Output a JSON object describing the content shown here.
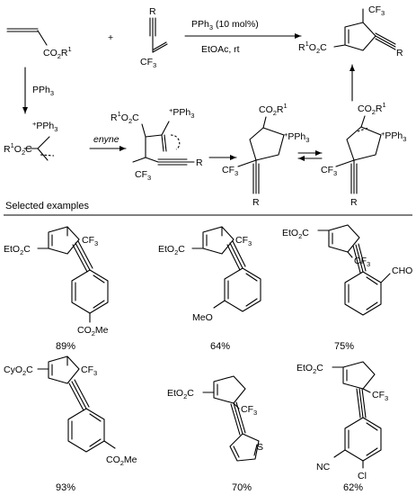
{
  "top": {
    "allenoate": {
      "ester": "CO",
      "ester_sub": "2",
      "ester_r": "R",
      "ester_r_sup": "1"
    },
    "plus": "+",
    "enyne": {
      "r": "R",
      "cf3": "CF",
      "cf3_sub": "3"
    },
    "conditions": {
      "catalyst": "PPh",
      "catalyst_sub": "3",
      "catalyst_loading": " (10 mol%)",
      "solvent": "EtOAc, rt"
    },
    "product": {
      "ester_r": "R",
      "ester_r_sup": "1",
      "ester": "O",
      "ester_c": "C",
      "cf3": "CF",
      "cf3_sub": "3",
      "r": "R"
    },
    "step1_reagent": "PPh",
    "step1_reagent_sub": "3"
  },
  "mechanism": {
    "zwitterion": {
      "phos_sup": "+",
      "phos": "PPh",
      "phos_sub": "3",
      "ester": "R",
      "ester_sup": "1",
      "ester_o": "O",
      "ester_c": "C"
    },
    "arrow_label": "enyne",
    "intermediate1": {
      "ester": "R",
      "ester_sup": "1",
      "ester_o": "O",
      "ester_c": "C",
      "phos_sup": "+",
      "phos": "PPh",
      "phos_sub": "3",
      "cf3": "CF",
      "cf3_sub": "3",
      "r": "R"
    },
    "intermediate2": {
      "ester": "CO",
      "ester_sub": "2",
      "ester_r": "R",
      "ester_r_sup": "1",
      "phos_sup": "+",
      "phos": "PPh",
      "phos_sub": "3",
      "cf3": "CF",
      "cf3_sub": "3",
      "r": "R"
    },
    "intermediate3": {
      "ester": "CO",
      "ester_sub": "2",
      "ester_r": "R",
      "ester_r_sup": "1",
      "phos_sup": "+",
      "phos": "PPh",
      "phos_sub": "3",
      "cf3": "CF",
      "cf3_sub": "3",
      "r": "R"
    }
  },
  "section_title": "Selected examples",
  "examples": [
    {
      "ester": "EtO",
      "ester_sub": "2",
      "ester_c": "C",
      "cf3": "CF",
      "cf3_sub": "3",
      "aryl_sub": "CO",
      "aryl_sub_sub": "2",
      "aryl_sub_me": "Me",
      "yield": "89%"
    },
    {
      "ester": "EtO",
      "ester_sub": "2",
      "ester_c": "C",
      "cf3": "CF",
      "cf3_sub": "3",
      "aryl_sub": "MeO",
      "yield": "64%"
    },
    {
      "ester": "EtO",
      "ester_sub": "2",
      "ester_c": "C",
      "cf3": "CF",
      "cf3_sub": "3",
      "aryl_sub": "CHO",
      "yield": "75%"
    },
    {
      "ester": "CyO",
      "ester_sub": "2",
      "ester_c": "C",
      "cf3": "CF",
      "cf3_sub": "3",
      "aryl_sub": "CO",
      "aryl_sub_sub": "2",
      "aryl_sub_me": "Me",
      "yield": "93%"
    },
    {
      "ester": "EtO",
      "ester_sub": "2",
      "ester_c": "C",
      "cf3": "CF",
      "cf3_sub": "3",
      "hetero": "S",
      "yield": "70%"
    },
    {
      "ester": "EtO",
      "ester_sub": "2",
      "ester_c": "C",
      "cf3": "CF",
      "cf3_sub": "3",
      "nitrile": "NC",
      "halogen": "Cl",
      "yield": "62%"
    }
  ]
}
